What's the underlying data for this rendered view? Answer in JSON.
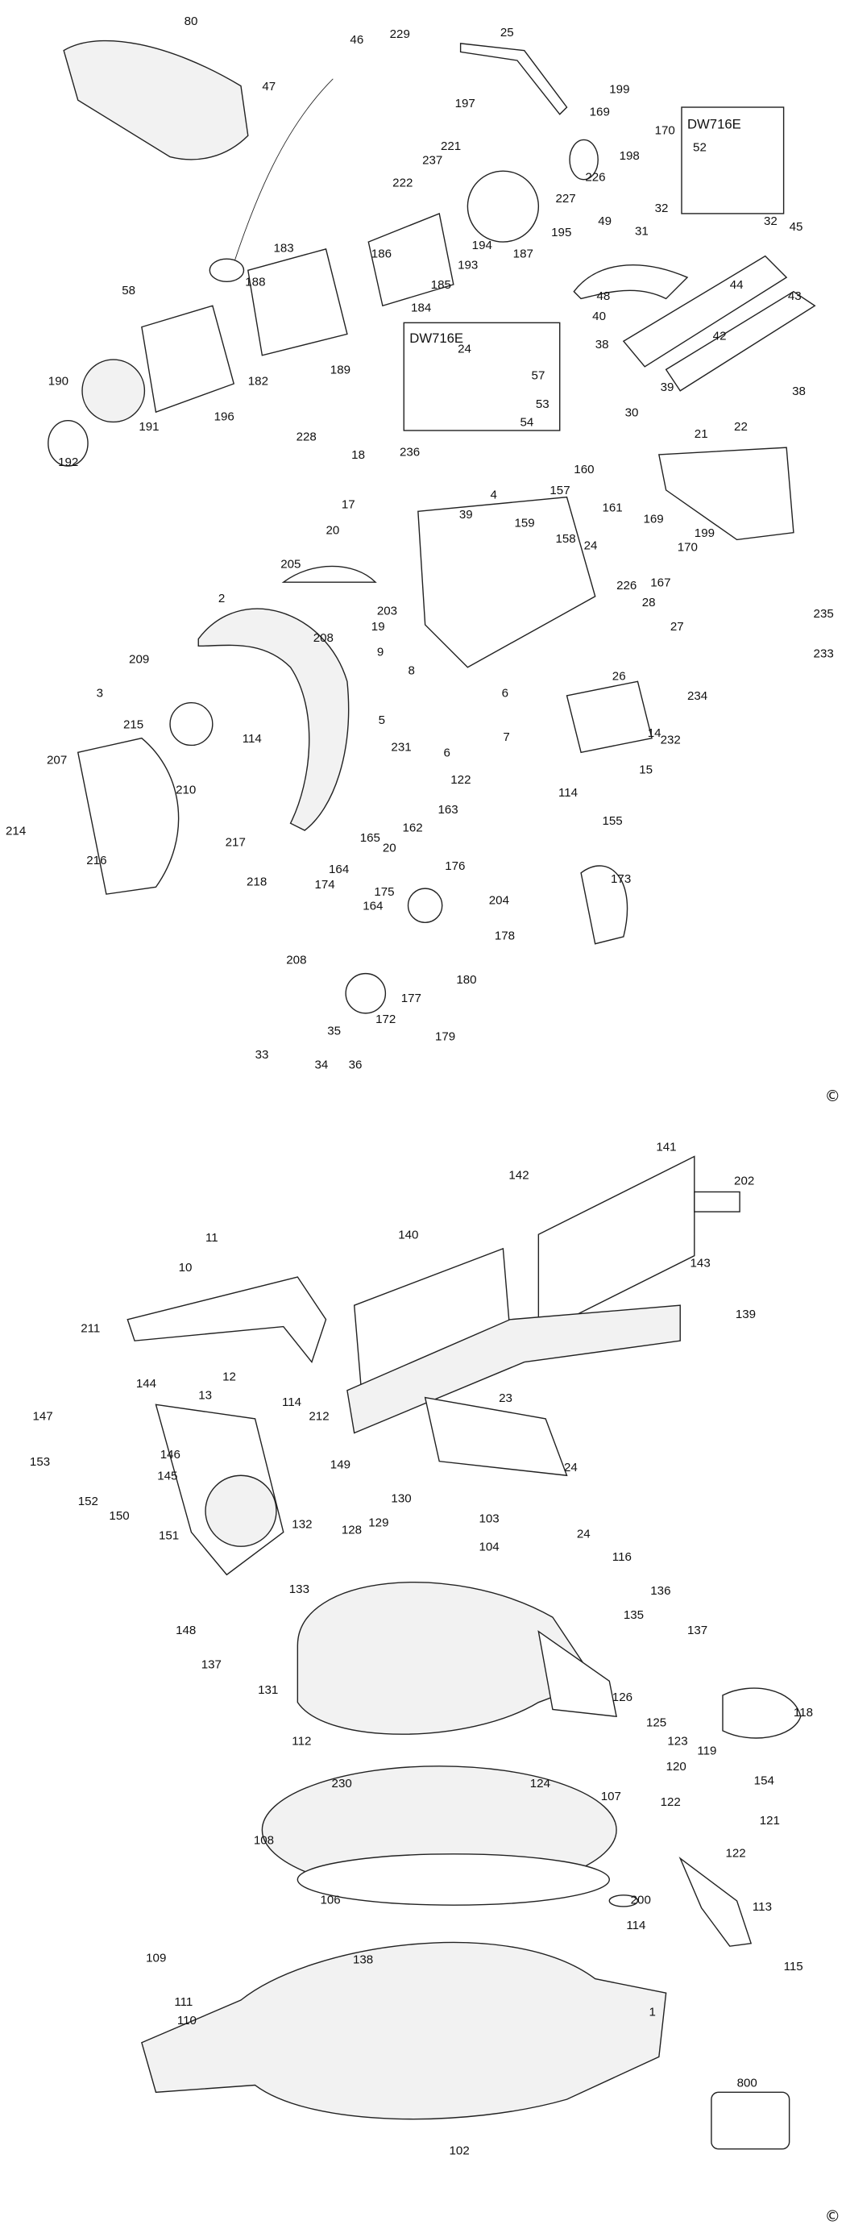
{
  "diagram": {
    "title": "Exploded parts diagram - mitre saw",
    "variant_boxes": [
      {
        "title": "DW716E"
      },
      {
        "title": "DW716E"
      }
    ],
    "copyright": [
      "©",
      "©"
    ],
    "top_labels": [
      "80",
      "46",
      "229",
      "25",
      "47",
      "197",
      "199",
      "169",
      "170",
      "52",
      "221",
      "237",
      "198",
      "226",
      "227",
      "222",
      "186",
      "183",
      "193",
      "194",
      "187",
      "195",
      "32",
      "32",
      "45",
      "49",
      "31",
      "48",
      "44",
      "43",
      "188",
      "185",
      "184",
      "58",
      "40",
      "42",
      "38",
      "38",
      "24",
      "57",
      "53",
      "54",
      "190",
      "189",
      "182",
      "39",
      "30",
      "196",
      "191",
      "228",
      "192",
      "236",
      "4",
      "21",
      "22",
      "18",
      "17",
      "160",
      "157",
      "161",
      "159",
      "158",
      "169",
      "199",
      "170",
      "39",
      "20",
      "205",
      "24",
      "167",
      "226",
      "28",
      "2",
      "203",
      "19",
      "27",
      "235",
      "208",
      "9",
      "8",
      "233",
      "26",
      "209",
      "3",
      "5",
      "6",
      "7",
      "234",
      "232",
      "14",
      "215",
      "114",
      "207",
      "210",
      "6",
      "231",
      "122",
      "15",
      "114",
      "155",
      "163",
      "214",
      "216",
      "217",
      "218",
      "20",
      "162",
      "165",
      "176",
      "173",
      "164",
      "174",
      "175",
      "164",
      "204",
      "178",
      "208",
      "180",
      "177",
      "172",
      "179",
      "33",
      "35",
      "34",
      "36"
    ],
    "bottom_labels": [
      "141",
      "142",
      "202",
      "140",
      "11",
      "143",
      "10",
      "139",
      "211",
      "12",
      "13",
      "144",
      "147",
      "114",
      "212",
      "23",
      "146",
      "153",
      "145",
      "149",
      "24",
      "152",
      "130",
      "150",
      "129",
      "151",
      "132",
      "128",
      "103",
      "24",
      "104",
      "116",
      "133",
      "136",
      "135",
      "148",
      "137",
      "137",
      "131",
      "126",
      "118",
      "125",
      "123",
      "112",
      "119",
      "120",
      "154",
      "230",
      "124",
      "107",
      "122",
      "121",
      "122",
      "108",
      "106",
      "200",
      "114",
      "113",
      "109",
      "138",
      "115",
      "1",
      "111",
      "110",
      "800",
      "102"
    ]
  }
}
